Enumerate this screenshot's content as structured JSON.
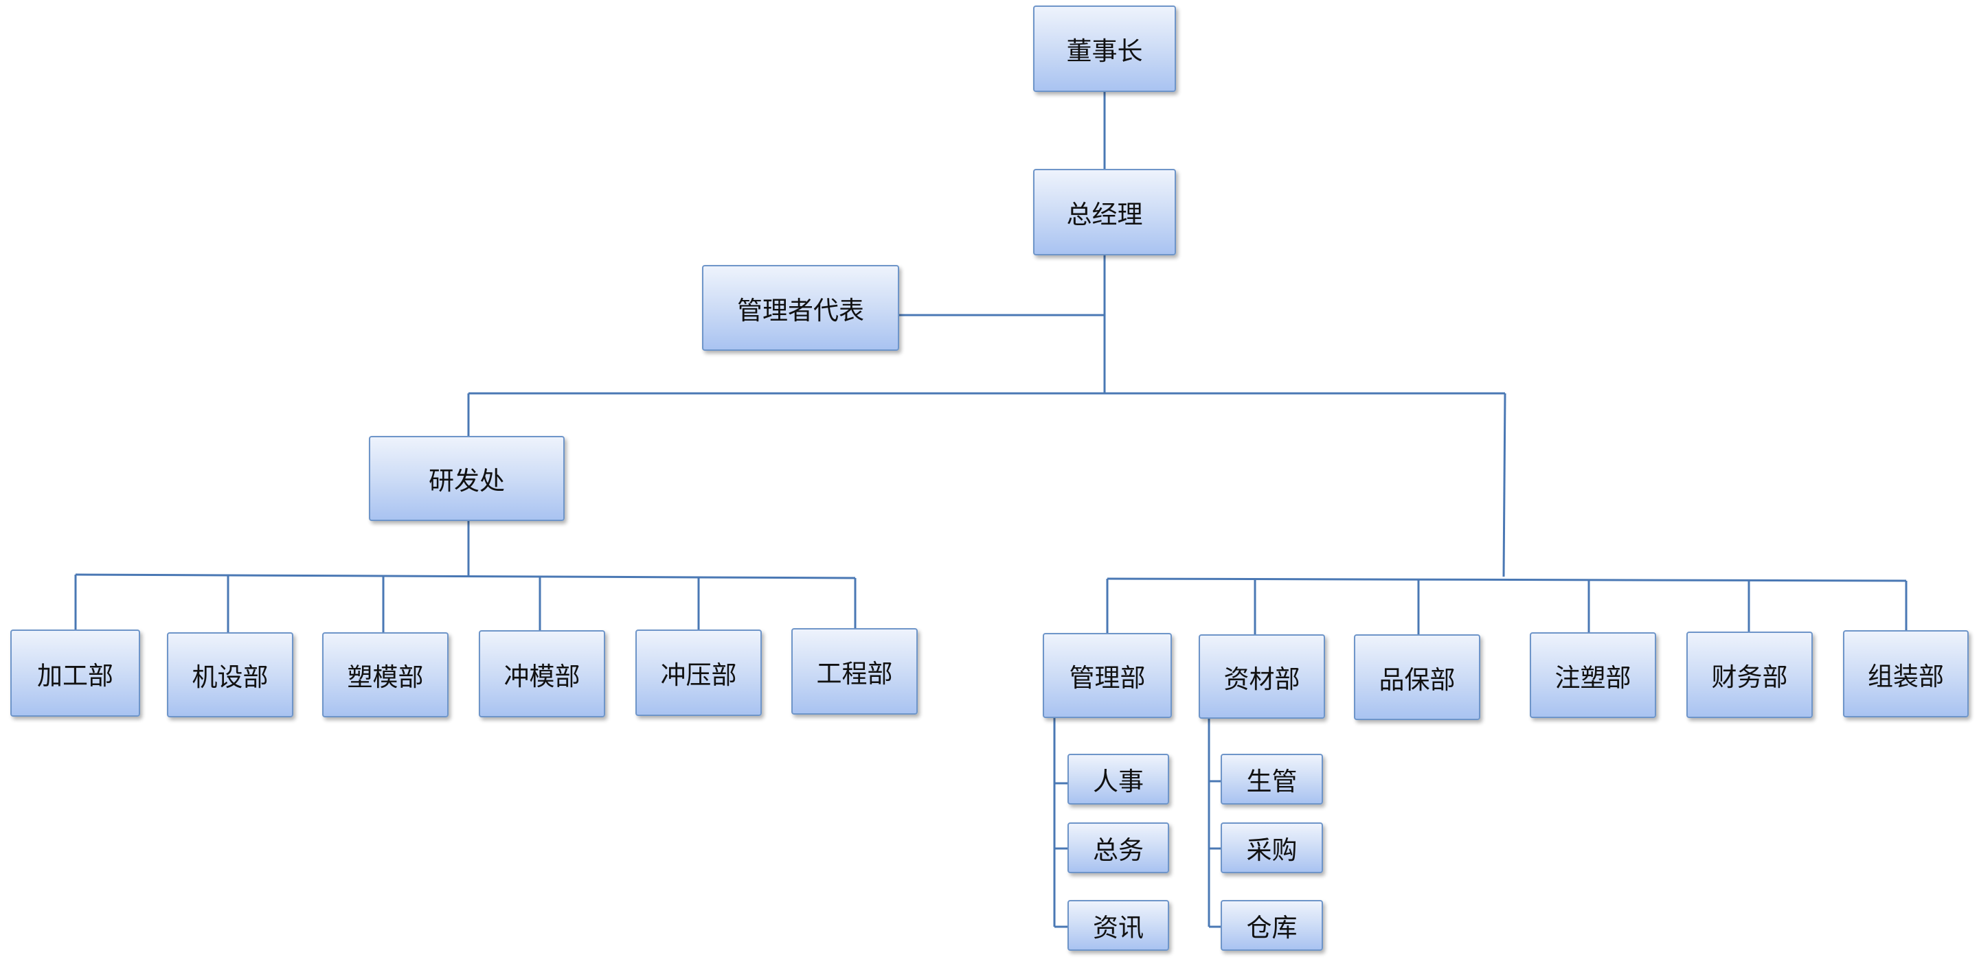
{
  "nodes": {
    "chairman": "董事长",
    "general_manager": "总经理",
    "management_rep": "管理者代表",
    "rd_office": "研发处",
    "processing": "加工部",
    "machinery": "机设部",
    "plastic_mold": "塑模部",
    "stamping_mold": "冲模部",
    "stamping": "冲压部",
    "engineering": "工程部",
    "administration": "管理部",
    "materials": "资材部",
    "quality": "品保部",
    "injection": "注塑部",
    "finance": "财务部",
    "assembly": "组装部",
    "hr": "人事",
    "general_affairs": "总务",
    "it": "资讯",
    "production_control": "生管",
    "purchasing": "采购",
    "warehouse": "仓库"
  },
  "colors": {
    "box_border": "#6e95c9",
    "box_top": "#eef3fc",
    "box_bottom": "#a9c3f1",
    "connector": "#4a78b4"
  }
}
